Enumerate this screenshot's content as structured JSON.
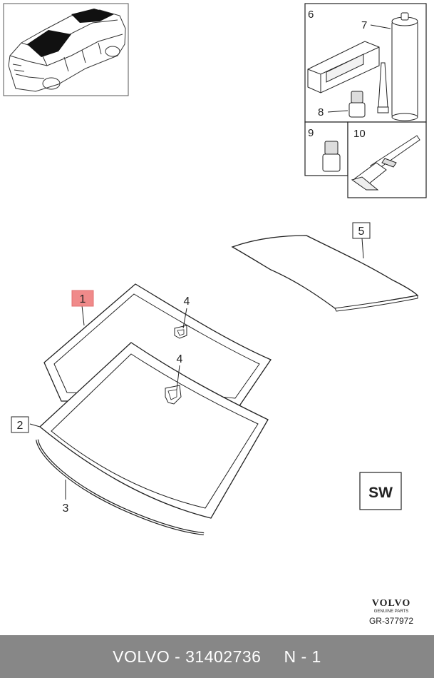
{
  "callouts": {
    "c1": "1",
    "c2": "2",
    "c3": "3",
    "c4a": "4",
    "c4b": "4",
    "c5": "5",
    "c6": "6",
    "c7": "7",
    "c8": "8",
    "c9": "9",
    "c10": "10"
  },
  "sw_badge": "SW",
  "brand": {
    "logo_text": "VOLVO",
    "genuine_parts": "GENUINE PARTS"
  },
  "drawing_ref": "GR-377972",
  "footer": {
    "part_text": "VOLVO - 31402736",
    "qty_text": "N - 1"
  },
  "colors": {
    "highlight": "#f08a8a",
    "footer_bg": "#878787",
    "line": "#222222"
  },
  "icons": [
    "car-overview-icon",
    "primer-tube-icon",
    "sealant-cartridge-icon",
    "nozzle-icon",
    "primer-bottle-icon",
    "cutting-tool-icon",
    "volvo-logo"
  ]
}
